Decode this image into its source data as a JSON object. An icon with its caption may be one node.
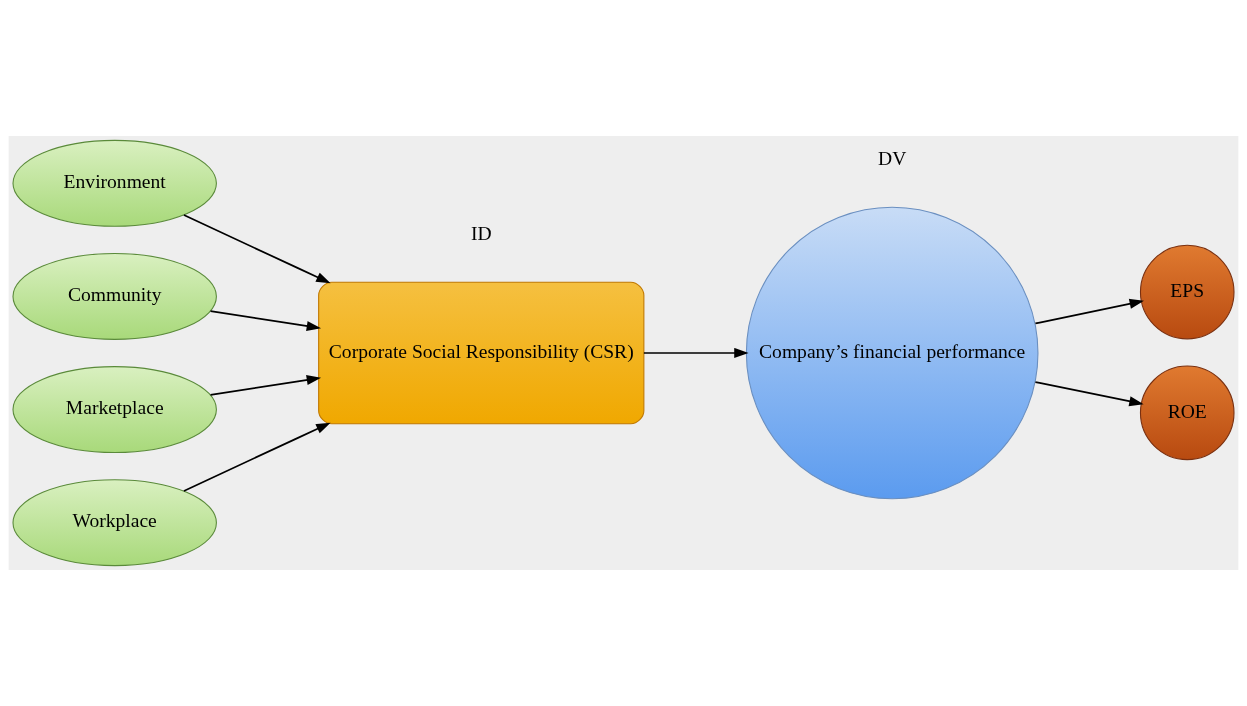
{
  "diagram": {
    "nodes": [
      {
        "text": [
          "Environment"
        ]
      },
      {
        "text": [
          "Community"
        ]
      },
      {
        "text": [
          "Marketplace"
        ]
      },
      {
        "text": [
          "Workplace"
        ]
      },
      {
        "text": [
          "Corporate Social Responsibility (CSR)"
        ]
      },
      {
        "text": [
          "Company’s financial performance"
        ]
      },
      {
        "text": [
          "EPS"
        ]
      },
      {
        "text": [
          "ROE"
        ]
      }
    ],
    "edges": [
      {
        "from": 0,
        "to": 4,
        "arrow": "to"
      },
      {
        "from": 1,
        "to": 4,
        "arrow": "to"
      },
      {
        "from": 2,
        "to": 4,
        "arrow": "to"
      },
      {
        "from": 3,
        "to": 4,
        "arrow": "to"
      },
      {
        "from": 4,
        "to": 5,
        "arrow": "to"
      },
      {
        "from": 5,
        "to": 6,
        "arrow": "to"
      },
      {
        "from": 5,
        "to": 7,
        "arrow": "to"
      }
    ],
    "labels": [
      "ID",
      "DV"
    ]
  }
}
